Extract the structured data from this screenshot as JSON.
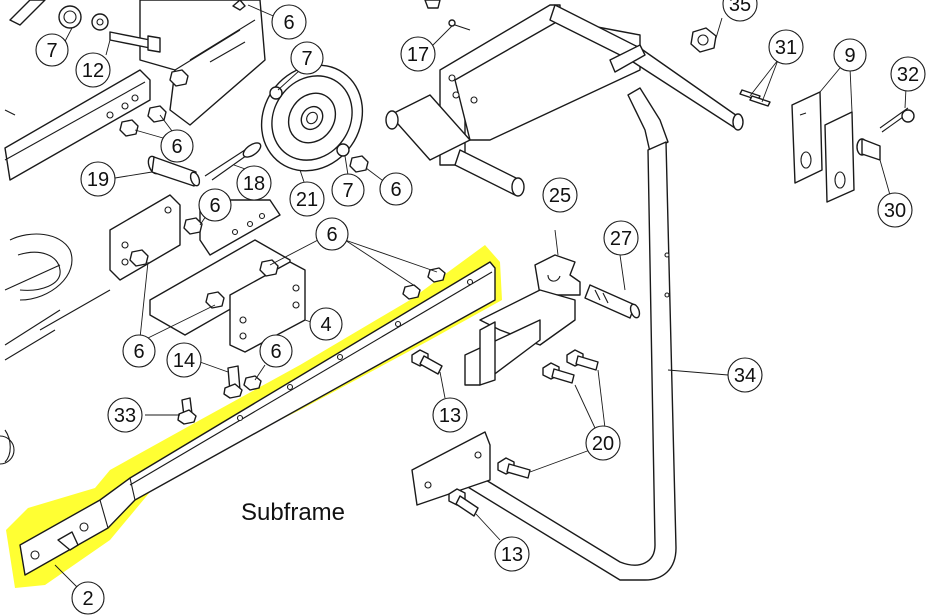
{
  "caption": "Subframe",
  "highlight_color": "#ffff33",
  "line_color": "#1a1a1a",
  "callouts": [
    {
      "id": "c6a",
      "label": "6"
    },
    {
      "id": "c7a",
      "label": "7"
    },
    {
      "id": "c12",
      "label": "12"
    },
    {
      "id": "c35",
      "label": "35"
    },
    {
      "id": "c17",
      "label": "17"
    },
    {
      "id": "c31",
      "label": "31"
    },
    {
      "id": "c9",
      "label": "9"
    },
    {
      "id": "c32",
      "label": "32"
    },
    {
      "id": "c7b",
      "label": "7"
    },
    {
      "id": "c6b",
      "label": "6"
    },
    {
      "id": "c19",
      "label": "19"
    },
    {
      "id": "c18",
      "label": "18"
    },
    {
      "id": "c21",
      "label": "21"
    },
    {
      "id": "c7c",
      "label": "7"
    },
    {
      "id": "c6c",
      "label": "6"
    },
    {
      "id": "c30",
      "label": "30"
    },
    {
      "id": "c6d",
      "label": "6"
    },
    {
      "id": "c25",
      "label": "25"
    },
    {
      "id": "c6e",
      "label": "6"
    },
    {
      "id": "c27",
      "label": "27"
    },
    {
      "id": "c4",
      "label": "4"
    },
    {
      "id": "c6f",
      "label": "6"
    },
    {
      "id": "c14",
      "label": "14"
    },
    {
      "id": "c6g",
      "label": "6"
    },
    {
      "id": "c34",
      "label": "34"
    },
    {
      "id": "c33",
      "label": "33"
    },
    {
      "id": "c13a",
      "label": "13"
    },
    {
      "id": "c20",
      "label": "20"
    },
    {
      "id": "c13b",
      "label": "13"
    },
    {
      "id": "c2",
      "label": "2"
    }
  ]
}
